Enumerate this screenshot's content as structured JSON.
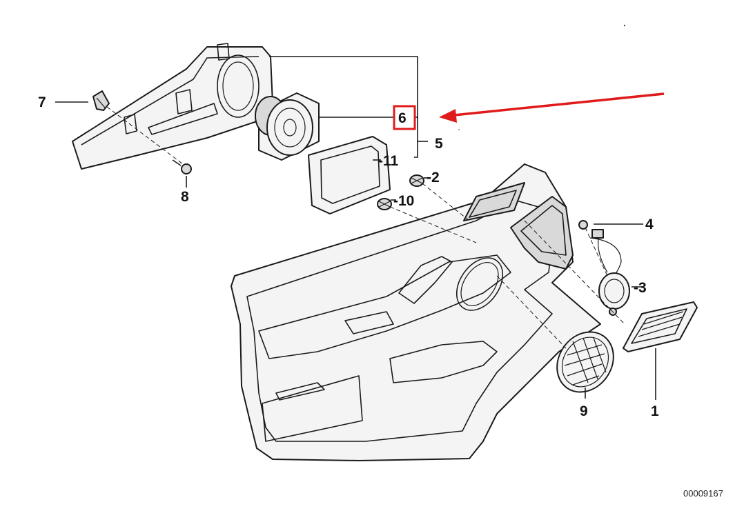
{
  "callouts": [
    {
      "id": "c1",
      "label": "1"
    },
    {
      "id": "c2",
      "label": "-2"
    },
    {
      "id": "c3",
      "label": "-3"
    },
    {
      "id": "c4",
      "label": "4"
    },
    {
      "id": "c5",
      "label": "5"
    },
    {
      "id": "c6",
      "label": "6"
    },
    {
      "id": "c7",
      "label": "7"
    },
    {
      "id": "c8",
      "label": "8"
    },
    {
      "id": "c9",
      "label": "9"
    },
    {
      "id": "c10",
      "label": "-10"
    },
    {
      "id": "c11",
      "label": "-11"
    }
  ],
  "doc_id": "00009167",
  "highlight": {
    "target": "6",
    "color": "#e01b1b"
  }
}
